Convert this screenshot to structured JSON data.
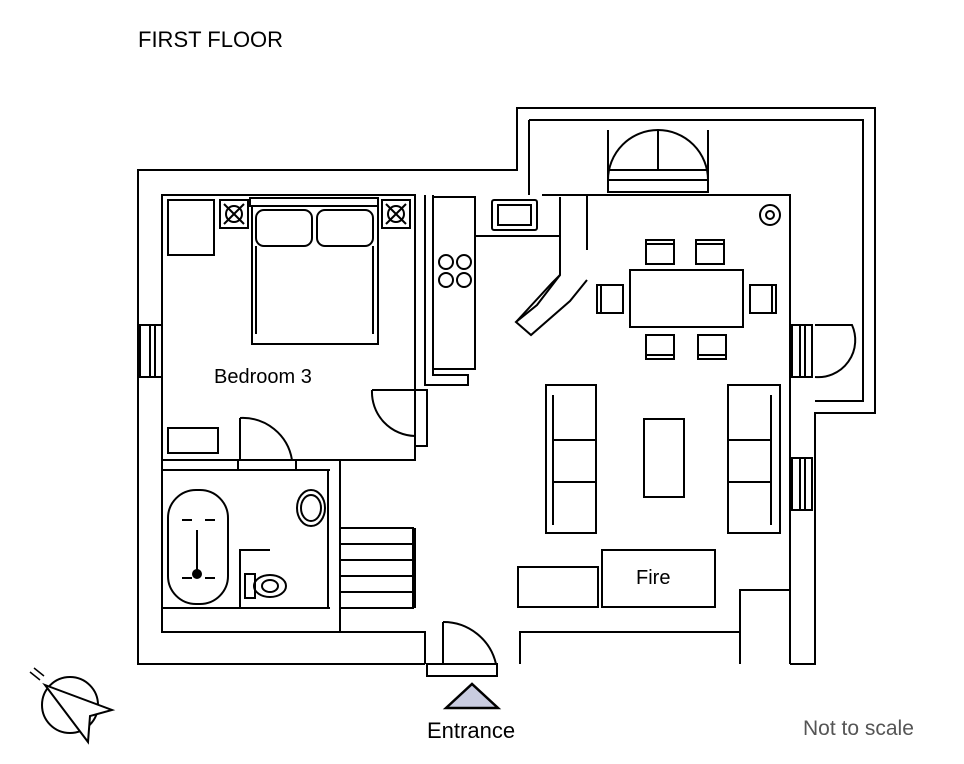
{
  "title": "FIRST FLOOR",
  "rooms": {
    "bedroom": "Bedroom 3",
    "fire": "Fire"
  },
  "entrance": "Entrance",
  "scale_note": "Not to scale",
  "icons": [
    "north-compass-icon",
    "entrance-arrow-icon"
  ],
  "colors": {
    "walls": "#000000",
    "entrance_arrow_fill": "#c9cce0",
    "note_text": "#555555"
  }
}
